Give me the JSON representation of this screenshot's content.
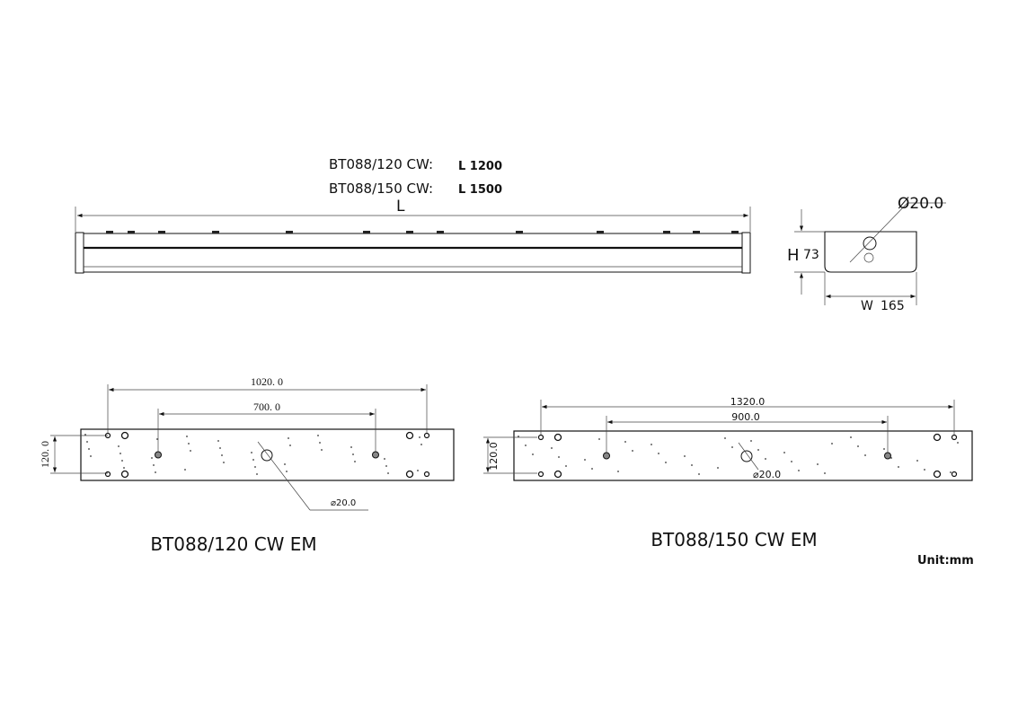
{
  "side_view": {
    "model_120": "BT088/120 CW:",
    "length_120": "L 1200",
    "model_150": "BT088/150 CW:",
    "length_150": "L 1500",
    "length_label": "L"
  },
  "end_view": {
    "diameter": "Ø20.0",
    "height_label": "H",
    "height_value": "73",
    "width_label": "W",
    "width_value": "165"
  },
  "plate_120": {
    "outer_spacing": "1020. 0",
    "inner_spacing": "700. 0",
    "width": "120. 0",
    "hole": "⌀20.0",
    "title": "BT088/120 CW EM"
  },
  "plate_150": {
    "outer_spacing": "1320.0",
    "inner_spacing": "900.0",
    "width": "120.0",
    "hole": "⌀20.0",
    "title": "BT088/150 CW EM"
  },
  "unit": "Unit:mm"
}
